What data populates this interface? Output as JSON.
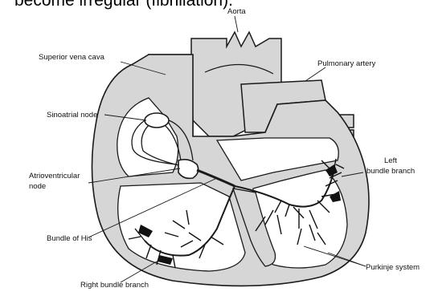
{
  "heading": "become irregular (fibrillation).",
  "labels": {
    "aorta": "Aorta",
    "superior_vena_cava": "Superior vena cava",
    "pulmonary_artery": "Pulmonary artery",
    "sinoatrial_node": "Sinoatrial node",
    "left_bundle_branch_line1": "Left",
    "left_bundle_branch_line2": "bundle branch",
    "atrioventricular_line1": "Atrioventricular",
    "atrioventricular_line2": "node",
    "bundle_of_his": "Bundle of His",
    "purkinje_system": "Purkinje system",
    "right_bundle_branch": "Right bundle branch"
  },
  "colors": {
    "outline": "#1a1a1a",
    "wall_fill": "#d6d6d6",
    "background": "#ffffff"
  }
}
